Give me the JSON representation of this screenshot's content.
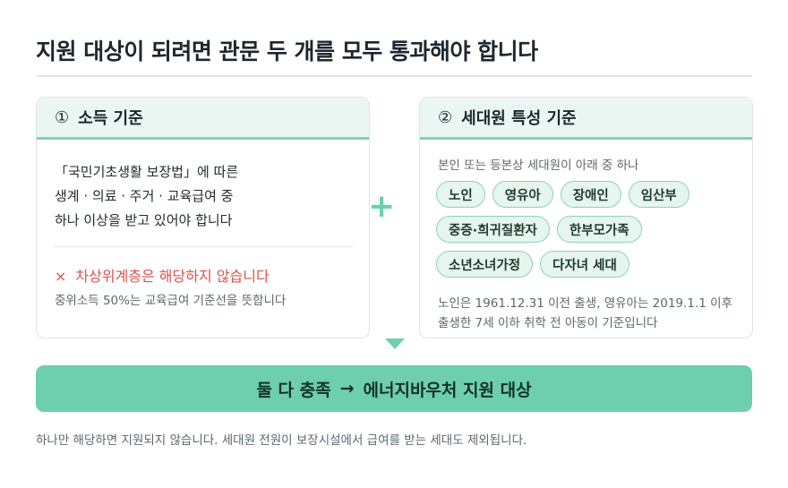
{
  "title": "지원 대상이 되려면 관문 두 개를 모두 통과해야 합니다",
  "left_card": {
    "number": "①",
    "heading": "소득 기준",
    "lines": [
      "「국민기초생활 보장법」에 따른",
      "생계 · 의료 · 주거 · 교육급여 중",
      "하나 이상을 받고 있어야 합니다"
    ],
    "exclusion_mark": "×",
    "exclusion": "차상위계층은 해당하지 않습니다",
    "exclusion_note": "중위소득 50%는 교육급여 기준선을 뜻합니다"
  },
  "connector_symbol": "+",
  "right_card": {
    "number": "②",
    "heading": "세대원 특성 기준",
    "subtitle": "본인 또는 등본상 세대원이 아래 중 하나",
    "chips": [
      "노인",
      "영유아",
      "장애인",
      "임산부",
      "중증·희귀질환자",
      "한부모가족",
      "소년소녀가정",
      "다자녀 세대"
    ],
    "note_lines": [
      "노인은 1961.12.31 이전 출생, 영유아는 2019.1.1 이후",
      "출생한 7세 이하 취학 전 아동이 기준입니다"
    ]
  },
  "result": {
    "left": "둘 다 충족",
    "arrow": "→",
    "right": "에너지바우처 지원 대상"
  },
  "footnote": "하나만 해당하면 지원되지 않습니다.  세대원 전원이 보장시설에서 급여를 받는 세대도 제외됩니다.",
  "colors": {
    "accent": "#6dcfad",
    "chip_border": "#89d5b7",
    "chip_bg": "#e6f5ee",
    "card_head_bg": "#eaf6f1",
    "exclusion": "#d9534f"
  }
}
